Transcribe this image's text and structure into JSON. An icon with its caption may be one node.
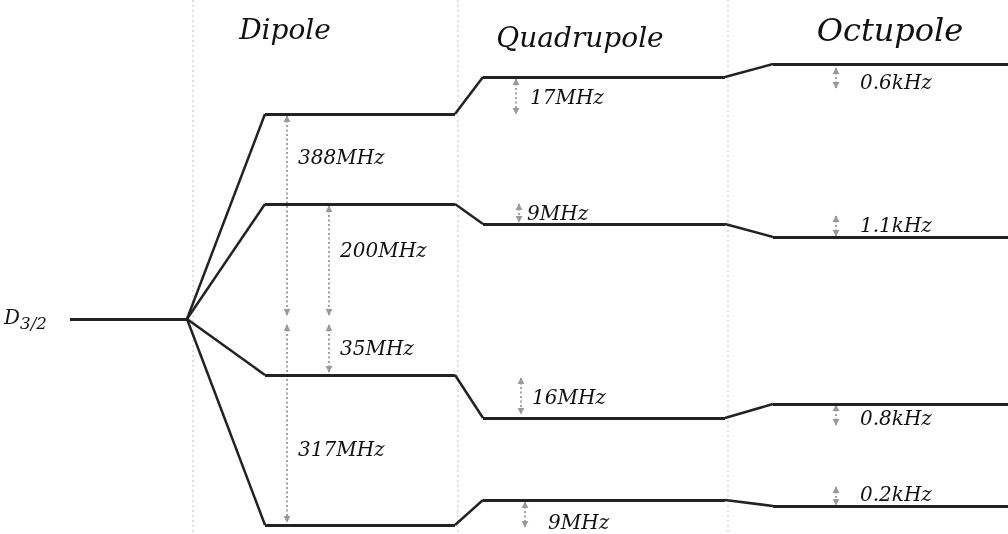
{
  "diagram": {
    "nodes": [
      {
        "text": [],
        "shape": "bar",
        "beside": [
          "D$_{3/2}$"
        ]
      },
      {
        "text": [],
        "shape": "bar"
      },
      {
        "text": [],
        "shape": "bar"
      },
      {
        "text": [],
        "shape": "bar"
      },
      {
        "text": [],
        "shape": "bar"
      },
      {
        "text": [],
        "shape": "bar"
      },
      {
        "text": [],
        "shape": "bar"
      },
      {
        "text": [],
        "shape": "bar"
      },
      {
        "text": [],
        "shape": "bar"
      },
      {
        "text": [],
        "shape": "bar"
      },
      {
        "text": [],
        "shape": "bar"
      },
      {
        "text": [],
        "shape": "bar"
      },
      {
        "text": [],
        "shape": "bar"
      }
    ],
    "edges": [
      {
        "from": 0,
        "to": 1,
        "arrow": "none"
      },
      {
        "from": 0,
        "to": 2,
        "arrow": "none"
      },
      {
        "from": 0,
        "to": 3,
        "arrow": "none"
      },
      {
        "from": 0,
        "to": 4,
        "arrow": "none"
      },
      {
        "from": 1,
        "to": 5,
        "arrow": "none"
      },
      {
        "from": 2,
        "to": 6,
        "arrow": "none"
      },
      {
        "from": 3,
        "to": 7,
        "arrow": "none"
      },
      {
        "from": 4,
        "to": 8,
        "arrow": "none"
      },
      {
        "from": 5,
        "to": 9,
        "arrow": "none"
      },
      {
        "from": 6,
        "to": 10,
        "arrow": "none"
      },
      {
        "from": 7,
        "to": 11,
        "arrow": "none"
      },
      {
        "from": 8,
        "to": 12,
        "arrow": "none"
      }
    ],
    "labels": [
      "Dipole",
      "Quadrupole",
      "Octupole",
      "0.6kHz",
      "17MHz",
      "388MHz",
      "9MHz",
      "1.1kHz",
      "200MHz",
      "35MHz",
      "0.8kHz",
      "16MHz",
      "317MHz",
      "0.2kHz",
      "9MHz"
    ]
  }
}
